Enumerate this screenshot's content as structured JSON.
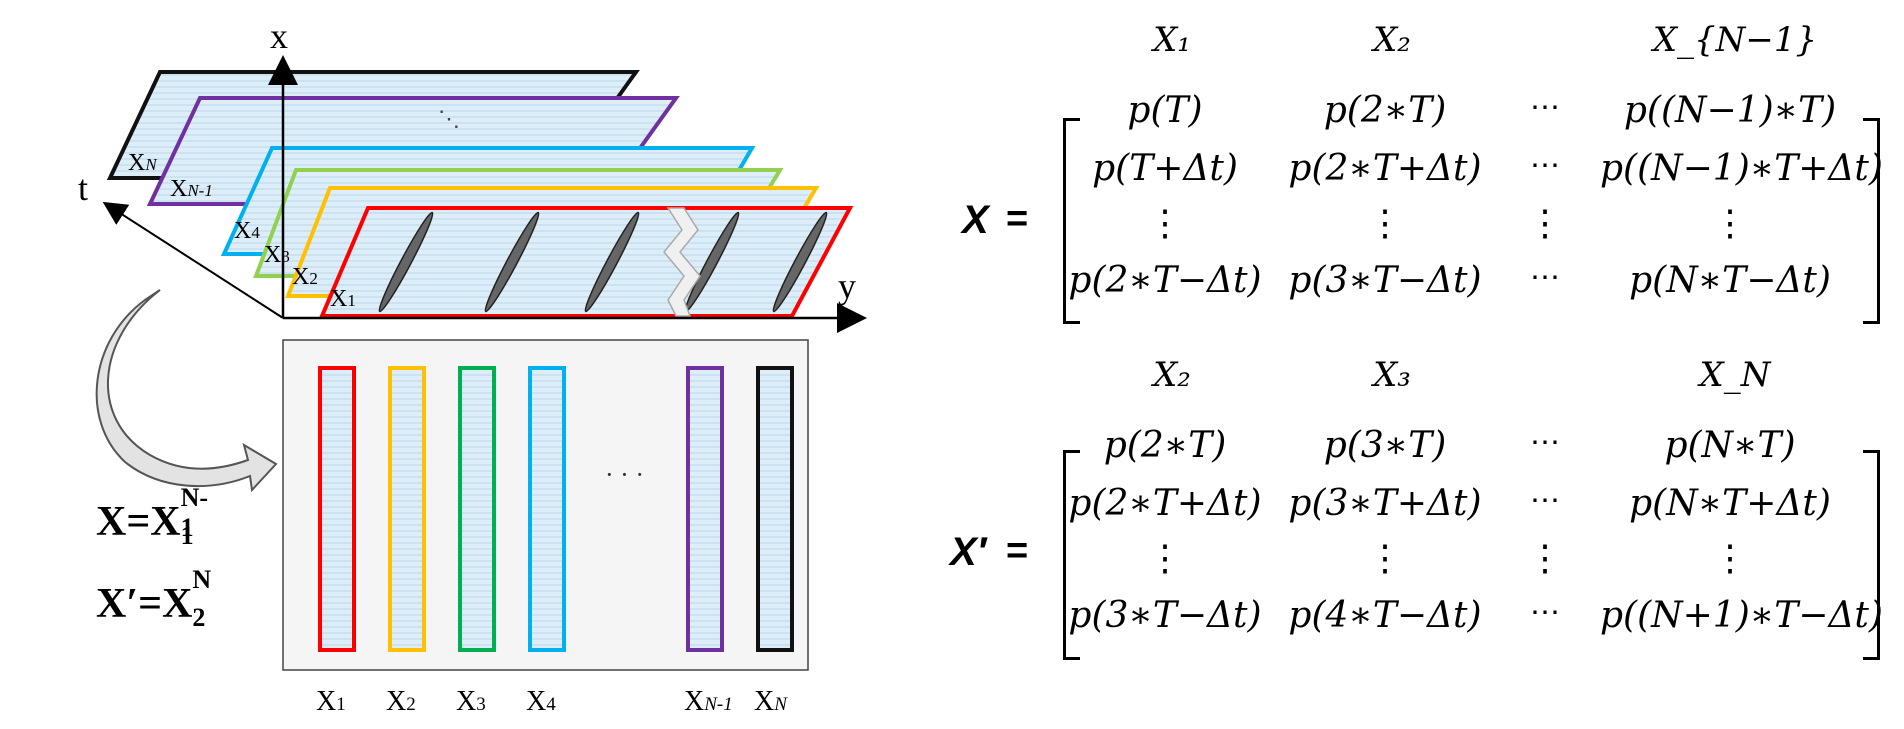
{
  "diagram": {
    "axes": {
      "x": "x",
      "y": "y",
      "t": "t"
    },
    "planes": [
      {
        "label": "X",
        "sub": "N",
        "color": "#111111"
      },
      {
        "label": "X",
        "sub": "N-1",
        "color": "#7030a0"
      },
      {
        "label": "X",
        "sub": "4",
        "color": "#00b0f0"
      },
      {
        "label": "X",
        "sub": "3",
        "color": "#92d050"
      },
      {
        "label": "X",
        "sub": "2",
        "color": "#ffc000"
      },
      {
        "label": "X",
        "sub": "1",
        "color": "#ff0000"
      }
    ],
    "plane_dots": "⋱",
    "columns": [
      {
        "label": "X",
        "sub": "1",
        "color": "#ff0000"
      },
      {
        "label": "X",
        "sub": "2",
        "color": "#ffc000"
      },
      {
        "label": "X",
        "sub": "3",
        "color": "#00b050"
      },
      {
        "label": "X",
        "sub": "4",
        "color": "#00b0f0"
      },
      {
        "label": "X",
        "sub": "N-1",
        "color": "#7030a0"
      },
      {
        "label": "X",
        "sub": "N",
        "color": "#111111"
      }
    ],
    "column_dots": "· · ·",
    "def1": {
      "lhs": "X=X",
      "sub": "1",
      "sup": "N-1"
    },
    "def2": {
      "lhs": "X′=X",
      "sub": "2",
      "sup": "N"
    }
  },
  "matrix1": {
    "lhs": "X",
    "eq": "=",
    "headers": [
      "X₁",
      "X₂",
      "X_{N−1}"
    ],
    "rows": [
      [
        "p(T)",
        "p(2∗T)",
        "⋯",
        "p((N−1)∗T)"
      ],
      [
        "p(T+Δt)",
        "p(2∗T+Δt)",
        "⋯",
        "p((N−1)∗T+Δt)"
      ],
      [
        "⋮",
        "⋮",
        "⋮",
        "⋮"
      ],
      [
        "p(2∗T−Δt)",
        "p(3∗T−Δt)",
        "⋯",
        "p(N∗T−Δt)"
      ]
    ]
  },
  "matrix2": {
    "lhs": "X′",
    "eq": "=",
    "headers": [
      "X₂",
      "X₃",
      "X_N"
    ],
    "rows": [
      [
        "p(2∗T)",
        "p(3∗T)",
        "⋯",
        "p(N∗T)"
      ],
      [
        "p(2∗T+Δt)",
        "p(3∗T+Δt)",
        "⋯",
        "p(N∗T+Δt)"
      ],
      [
        "⋮",
        "⋮",
        "⋮",
        "⋮"
      ],
      [
        "p(3∗T−Δt)",
        "p(4∗T−Δt)",
        "⋯",
        "p((N+1)∗T−Δt)"
      ]
    ]
  }
}
